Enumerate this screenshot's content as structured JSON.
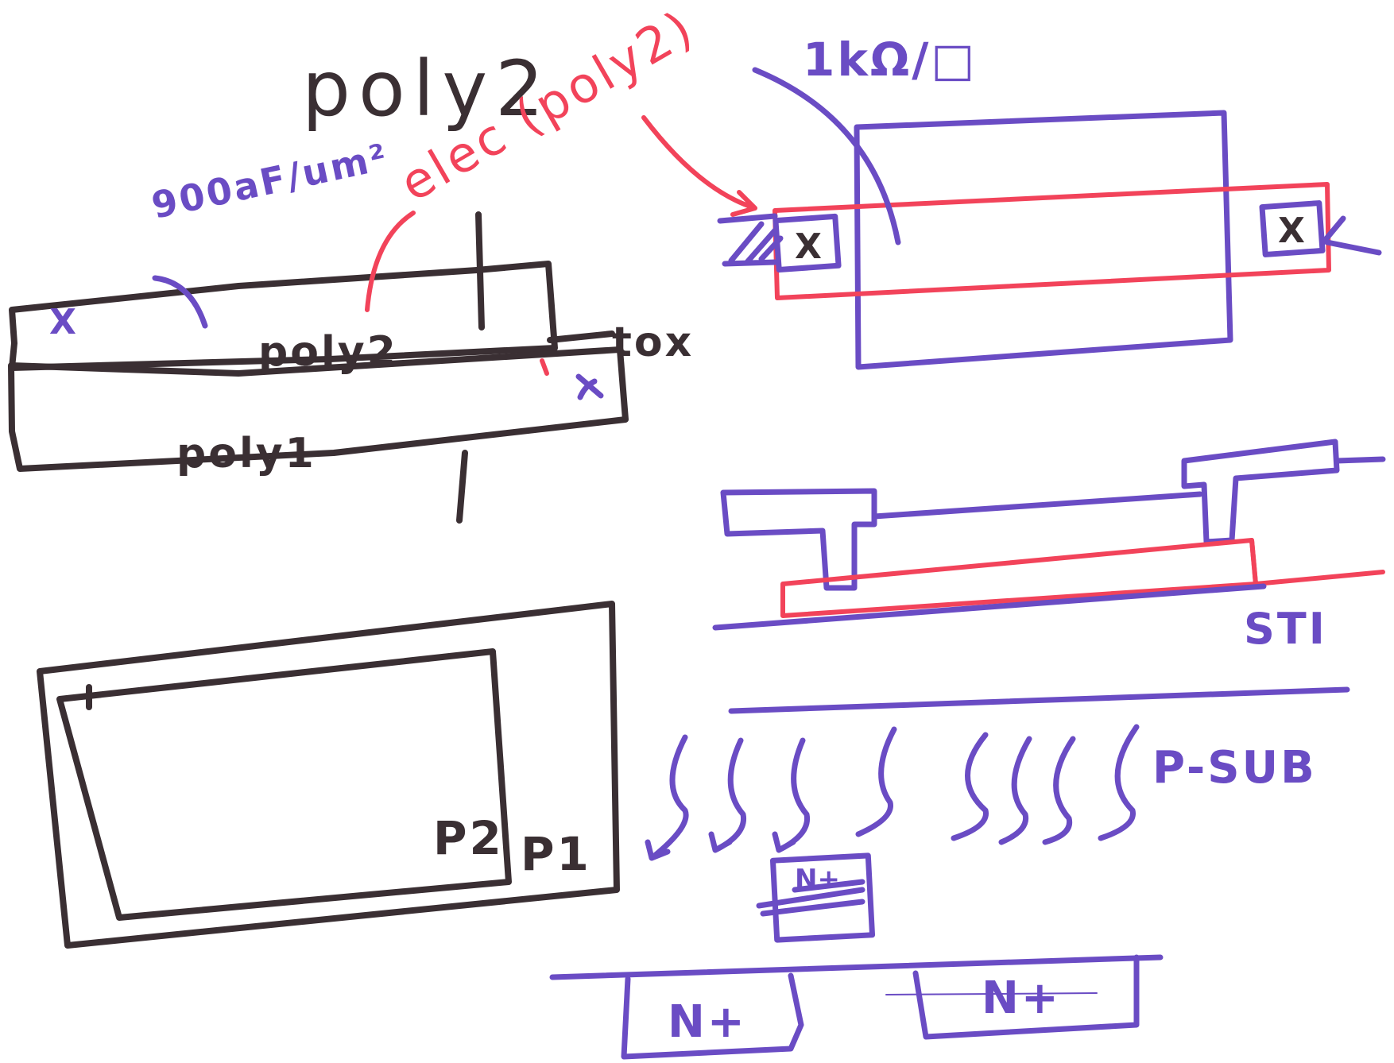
{
  "colors": {
    "black": "#3a2f33",
    "purple": "#6a4cc4",
    "red": "#f2435a",
    "paper": "#ffffff"
  },
  "labels": {
    "title": "poly2",
    "electrode_note": "elec (poly2)",
    "sheet_resistance": "1kΩ/□",
    "capacitance_density": "900aF/um²",
    "poly2_layer": "poly2",
    "poly1_layer": "poly1",
    "oxide": "tox",
    "layout_poly2": "P2",
    "layout_poly1": "P1",
    "isolation": "STI",
    "substrate": "P-SUB",
    "diffusion_small": "N+",
    "diffusion_left": "N+",
    "diffusion_right": "N+",
    "contact_marker": "X"
  }
}
